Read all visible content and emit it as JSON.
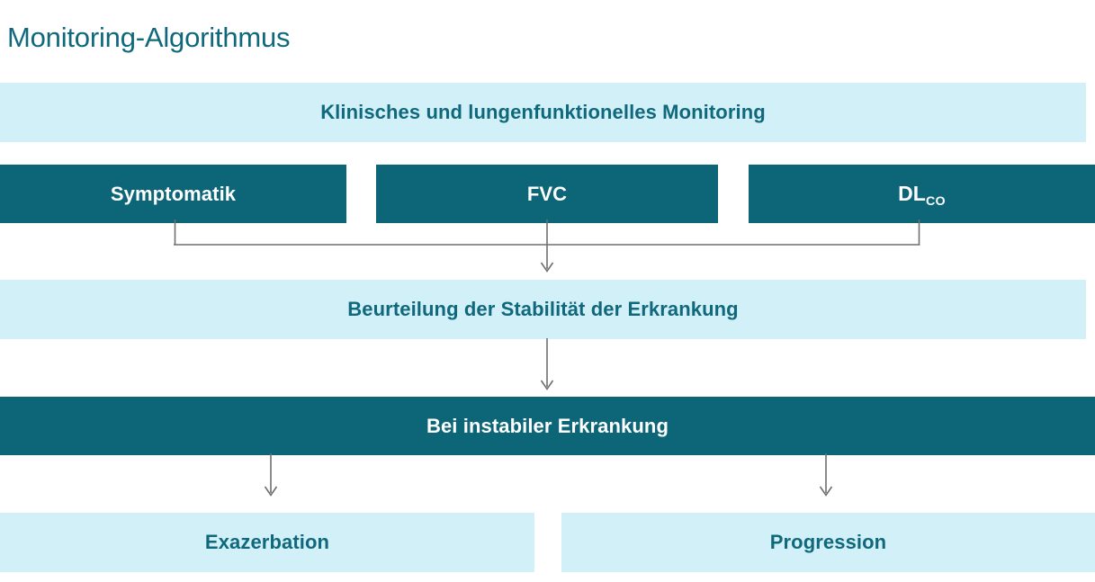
{
  "title": "Monitoring-Algorithmus",
  "colors": {
    "accent_dark": "#0d6678",
    "accent_light": "#d2f0f8",
    "text_teal": "#10687d",
    "text_on_dark": "#ffffff",
    "connector": "#6e6e6e"
  },
  "flow": {
    "monitoring": "Klinisches und lungenfunktionelles Monitoring",
    "symptomatik": "Symptomatik",
    "fvc": "FVC",
    "dlco_base": "DL",
    "dlco_sub": "CO",
    "stabilitaet": "Beurteilung der Stabilität der Erkrankung",
    "instabil": "Bei instabiler Erkrankung",
    "exazerbation": "Exazerbation",
    "progression": "Progression"
  }
}
